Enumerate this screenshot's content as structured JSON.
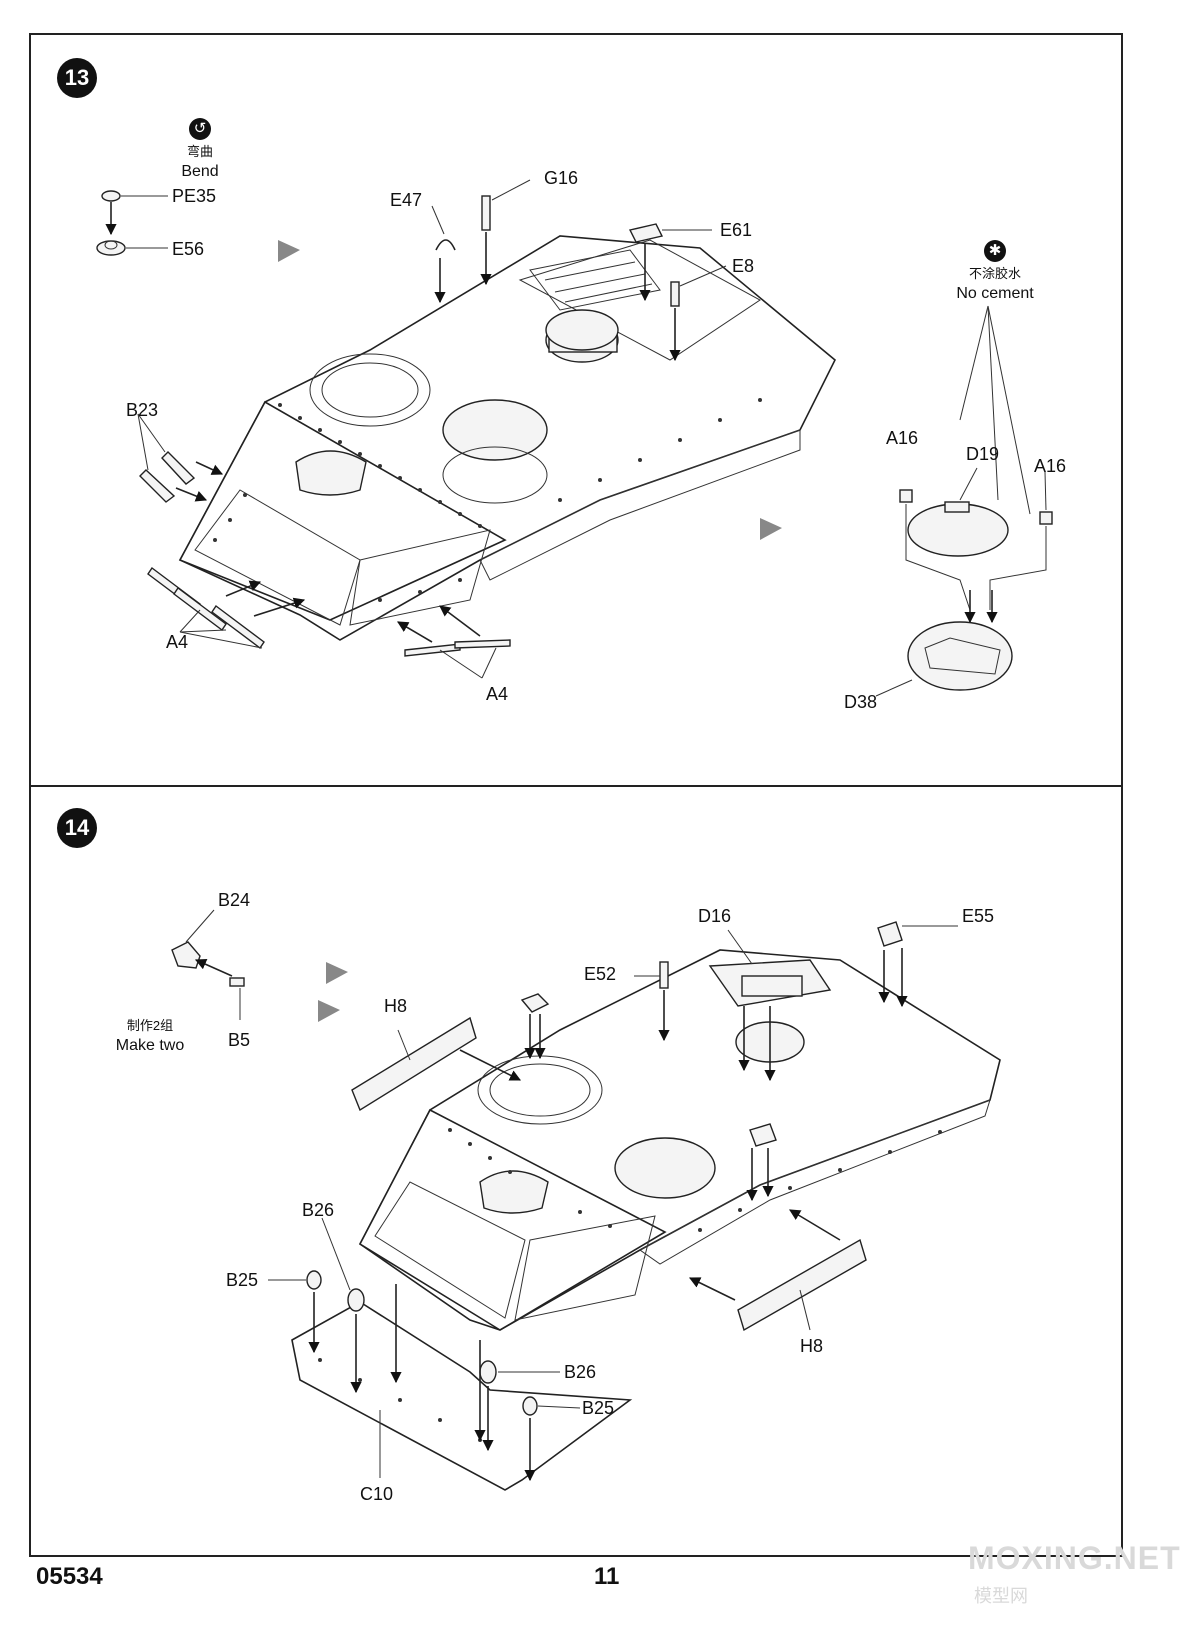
{
  "step13": {
    "number": "13",
    "bend_note": {
      "chinese": "弯曲",
      "english": "Bend",
      "icon": "bend-icon"
    },
    "no_cement_note": {
      "chinese": "不涂胶水",
      "english": "No cement",
      "icon": "no-cement-icon"
    },
    "labels": {
      "pe35": "PE35",
      "e56": "E56",
      "e47": "E47",
      "g16": "G16",
      "e61": "E61",
      "e8": "E8",
      "b23": "B23",
      "a4_left": "A4",
      "a4_right": "A4",
      "a16_left": "A16",
      "d19": "D19",
      "a16_right": "A16",
      "d38": "D38"
    }
  },
  "step14": {
    "number": "14",
    "make_two_note": {
      "chinese": "制作2组",
      "english": "Make two"
    },
    "labels": {
      "b24": "B24",
      "b5": "B5",
      "d16": "D16",
      "e55": "E55",
      "e52": "E52",
      "h8_left": "H8",
      "h8_right": "H8",
      "b26_top": "B26",
      "b25_top": "B25",
      "b26_bottom": "B26",
      "b25_bottom": "B25",
      "c10": "C10"
    }
  },
  "footer": {
    "code": "05534",
    "page": "11"
  },
  "watermark": {
    "text": "MOXING.NET",
    "subtext": "模型网"
  }
}
